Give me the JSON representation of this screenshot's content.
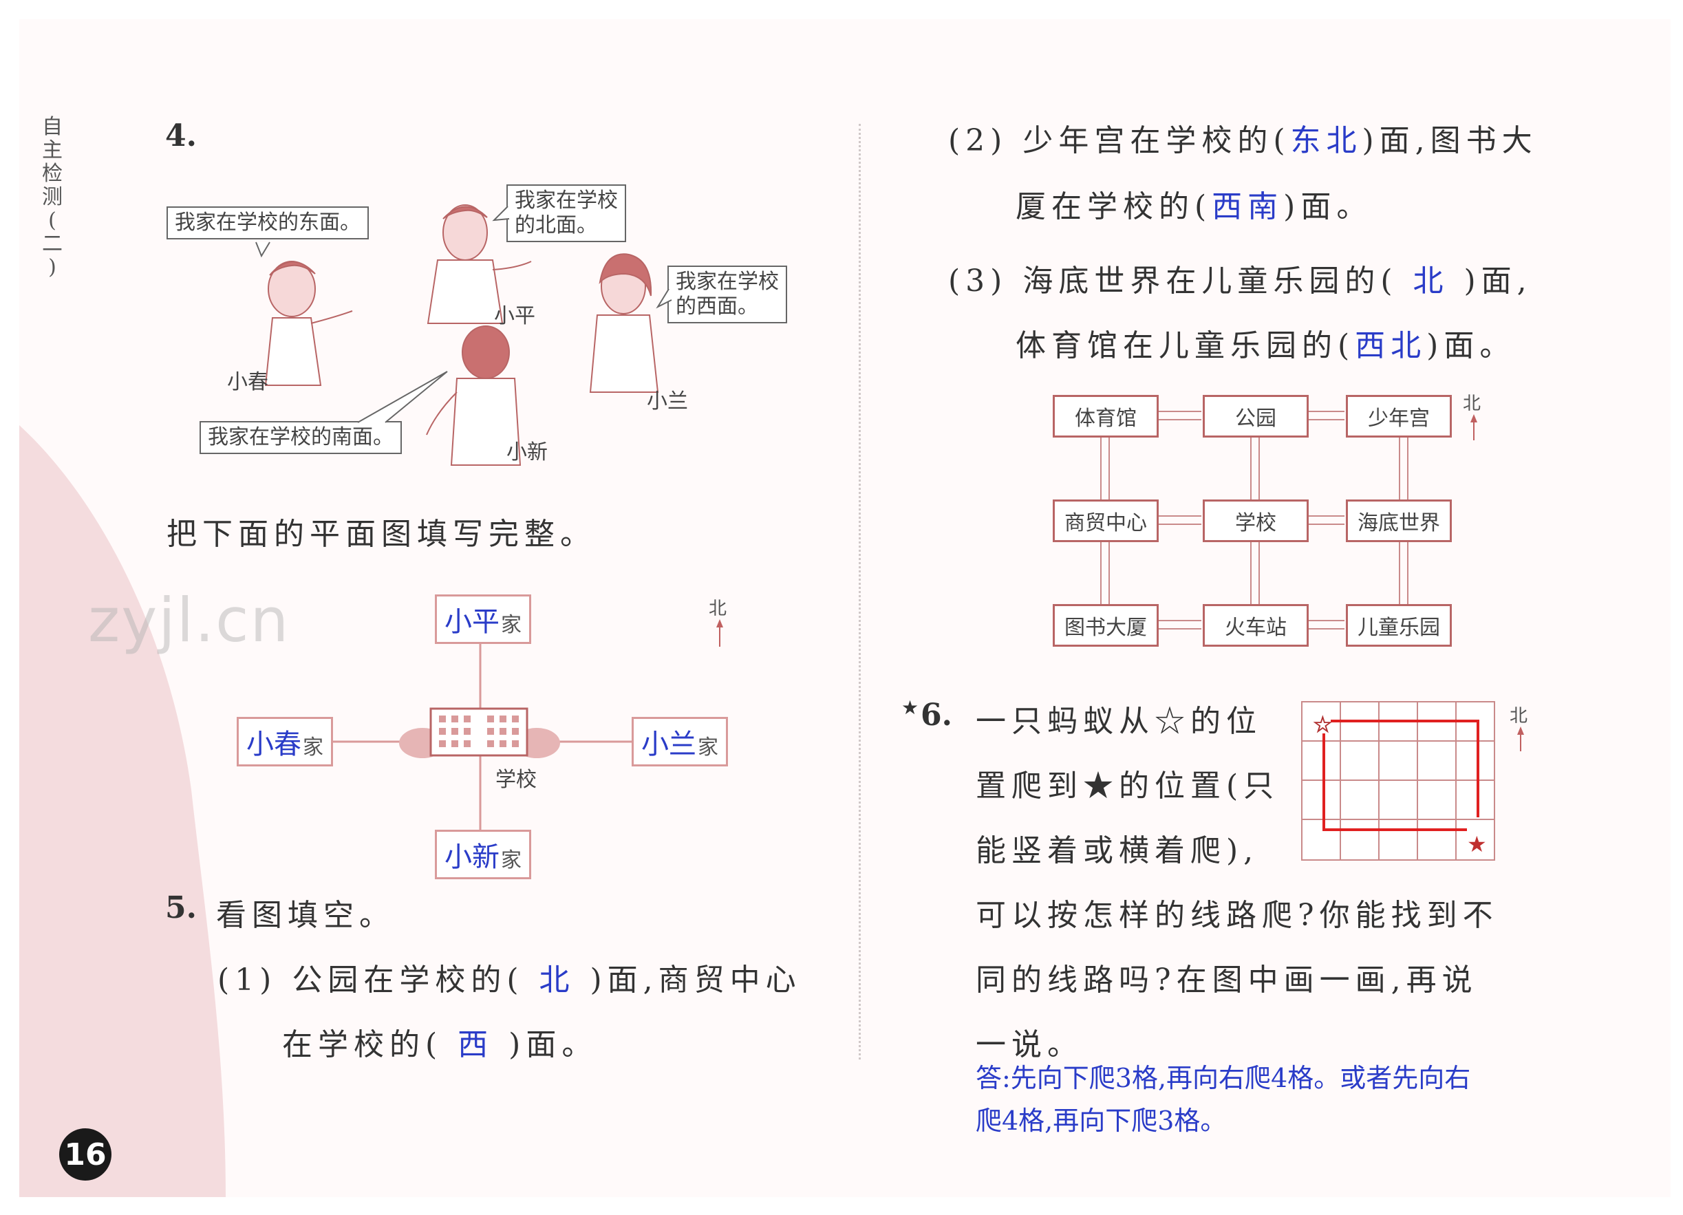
{
  "side_label": [
    "自",
    "主",
    "检",
    "测",
    "(",
    "二",
    ")"
  ],
  "page_number": "16",
  "watermark": "zyjl.cn",
  "q4": {
    "number": "4.",
    "bubbles": {
      "xiaochun": "我家在学校的东面。",
      "xiaoping_line1": "我家在学校",
      "xiaoping_line2": "的北面。",
      "xiaolan_line1": "我家在学校",
      "xiaolan_line2": "的西面。",
      "xiaoxin": "我家在学校的南面。"
    },
    "names": {
      "xiaochun": "小春",
      "xiaoping": "小平",
      "xiaolan": "小兰",
      "xiaoxin": "小新"
    },
    "instruction": "把下面的平面图填写完整。",
    "plan": {
      "north": "北",
      "school_label": "学校",
      "home_suffix": "家",
      "top_answer": "小平",
      "left_answer": "小春",
      "right_answer": "小兰",
      "bottom_answer": "小新"
    }
  },
  "q5": {
    "number": "5.",
    "title": "看图填空。",
    "p1": {
      "label": "(1)",
      "a": "公园在学校的(",
      "ans1": "北",
      "b": ")面,商贸中心",
      "c": "在学校的(",
      "ans2": "西",
      "d": ")面。"
    },
    "p2": {
      "label": "(2)",
      "a": "少年宫在学校的(",
      "ans1": "东北",
      "b": ")面,图书大",
      "c": "厦在学校的(",
      "ans2": "西南",
      "d": ")面。"
    },
    "p3": {
      "label": "(3)",
      "a": "海底世界在儿童乐园的(",
      "ans1": "北",
      "b": ")面,",
      "c": "体育馆在儿童乐园的(",
      "ans2": "西北",
      "d": ")面。"
    },
    "map": {
      "north": "北",
      "cells": [
        "体育馆",
        "公园",
        "少年宫",
        "商贸中心",
        "学校",
        "海底世界",
        "图书大厦",
        "火车站",
        "儿童乐园"
      ]
    }
  },
  "q6": {
    "star": "★",
    "number": "6.",
    "lines": [
      "一只蚂蚁从☆的位",
      "置爬到★的位置(只",
      "能竖着或横着爬),",
      "可以按怎样的线路爬?你能找到不",
      "同的线路吗?在图中画一画,再说",
      "一说。"
    ],
    "north": "北",
    "answer_line1": "答:先向下爬3格,再向右爬4格。或者先向右",
    "answer_line2": "爬4格,再向下爬3格。"
  },
  "colors": {
    "answer": "#2a3cc8",
    "pink": "#f4dcde",
    "route": "#e02020",
    "grid": "#c98a8a"
  }
}
